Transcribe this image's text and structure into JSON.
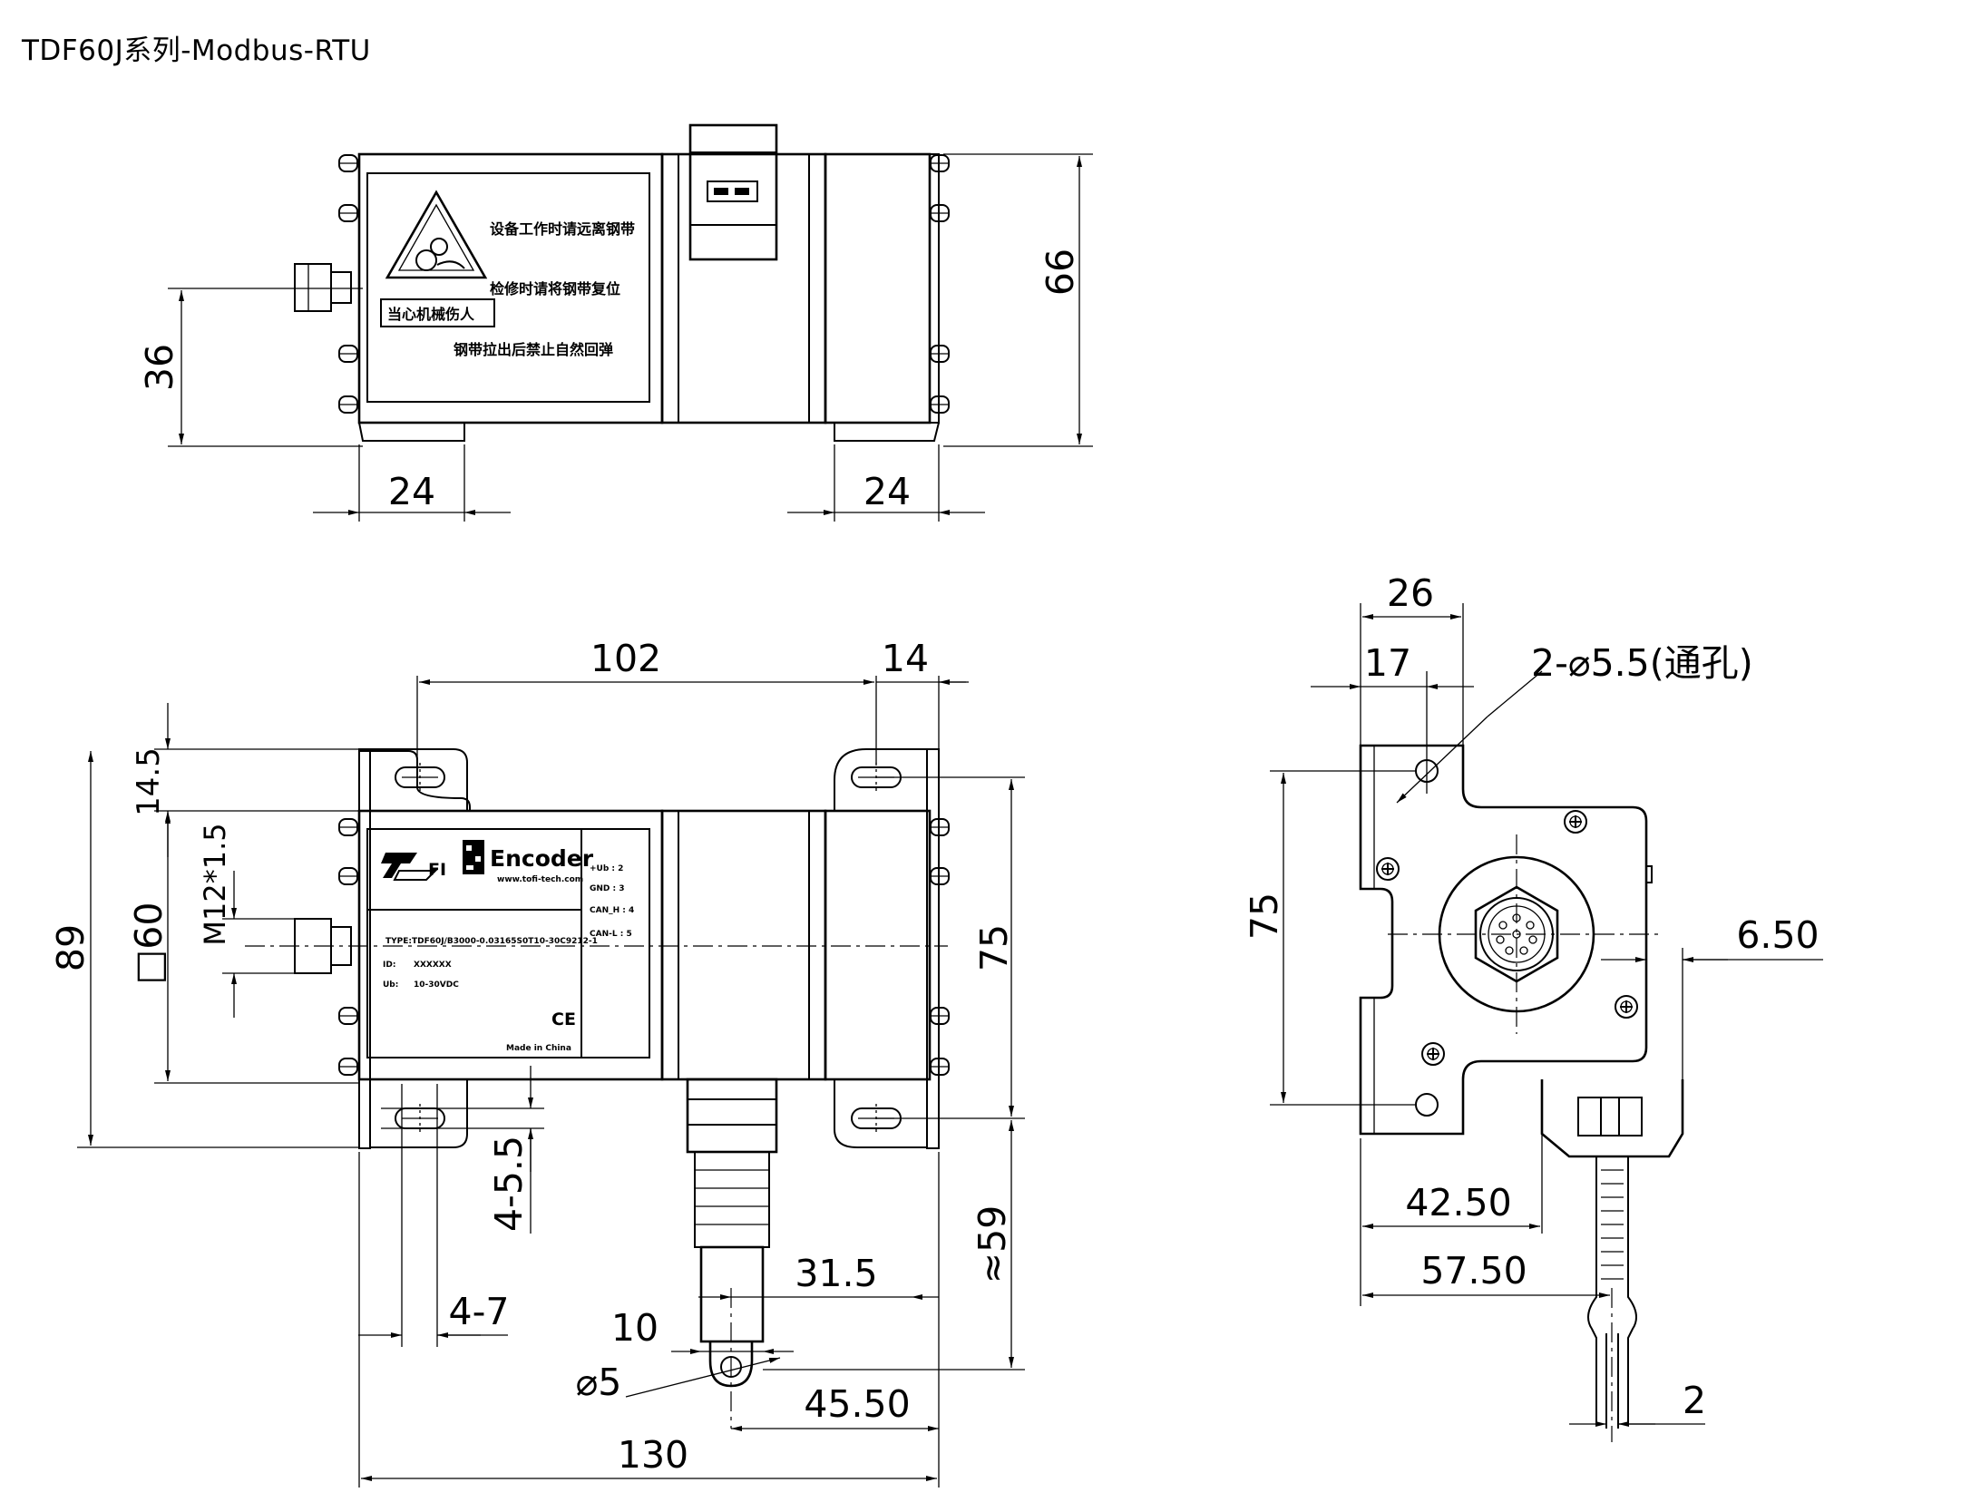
{
  "title": "TDF60J系列-Modbus-RTU",
  "warning_label": {
    "line1": "设备工作时请远离钢带",
    "line2": "检修时请将钢带复位",
    "line3": "钢带拉出后禁止自然回弹",
    "boxed": "当心机械伤人"
  },
  "nameplate": {
    "brand": "Encoder",
    "logo_text": "FI",
    "url": "www.tofi-tech.com",
    "type_line": "TYPE:TDF60J/B3000-0.03165S0T10-30C9212-1",
    "id_label": "ID:",
    "id_value": "XXXXXX",
    "ub_label": "Ub:",
    "ub_value": "10-30VDC",
    "ce": "CE",
    "origin": "Made in China",
    "pins": [
      "+Ub  : 2",
      "GND : 3",
      "CAN_H : 4",
      "CAN-L : 5"
    ]
  },
  "dims": {
    "top_66": "66",
    "top_36": "36",
    "top_24_left": "24",
    "top_24_right": "24",
    "front_102": "102",
    "front_14": "14",
    "front_14_5": "14.5",
    "front_89": "89",
    "front_sq60": "□60",
    "front_m12": "M12*1.5",
    "front_75": "75",
    "front_4_5_5": "4-5.5",
    "front_4_7": "4-7",
    "front_59": "≈59",
    "front_31_5": "31.5",
    "front_10": "10",
    "front_d5": "⌀5",
    "front_45_50": "45.50",
    "front_130": "130",
    "side_26": "26",
    "side_17": "17",
    "side_holes": "2-⌀5.5(通孔)",
    "side_75": "75",
    "side_6_50": "6.50",
    "side_42_50": "42.50",
    "side_57_50": "57.50",
    "side_2": "2"
  }
}
